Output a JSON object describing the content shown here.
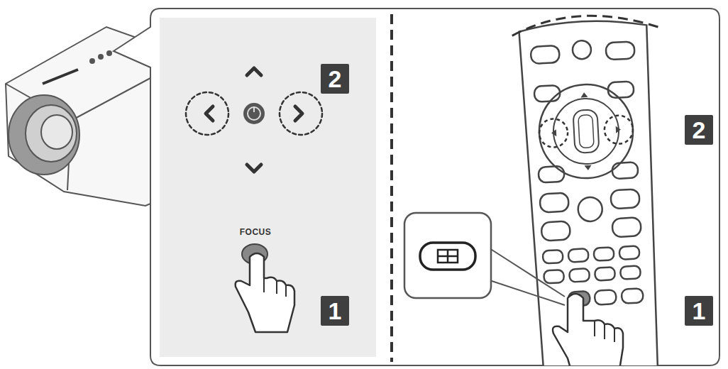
{
  "diagram": {
    "labels": [
      "2",
      "FOCUS",
      "1",
      "2",
      "1"
    ]
  }
}
